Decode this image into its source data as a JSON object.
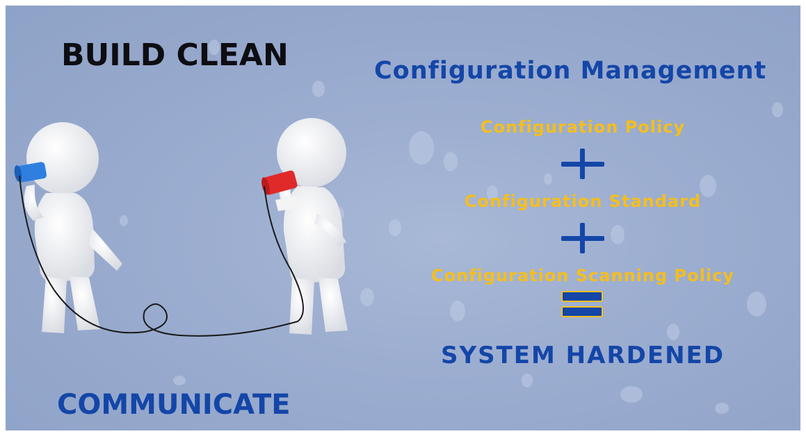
{
  "slide": {
    "title_left": "BUILD CLEAN",
    "title_right": "Configuration Management",
    "terms": [
      "Configuration Policy",
      "Configuration Standard",
      "Configuration Scanning Policy"
    ],
    "operators": [
      "plus",
      "plus",
      "equals"
    ],
    "result": "SYSTEM HARDENED",
    "bottom_left": "COMMUNICATE"
  },
  "colors": {
    "background": "#9aaccf",
    "title_dark": "#0d0d12",
    "accent_blue": "#1446a8",
    "accent_yellow": "#f5be1e",
    "can_left": "#2f7fe0",
    "can_right": "#e02a2a"
  },
  "illustration": {
    "description_icon": "two-figures-tin-can-phone-icon"
  }
}
